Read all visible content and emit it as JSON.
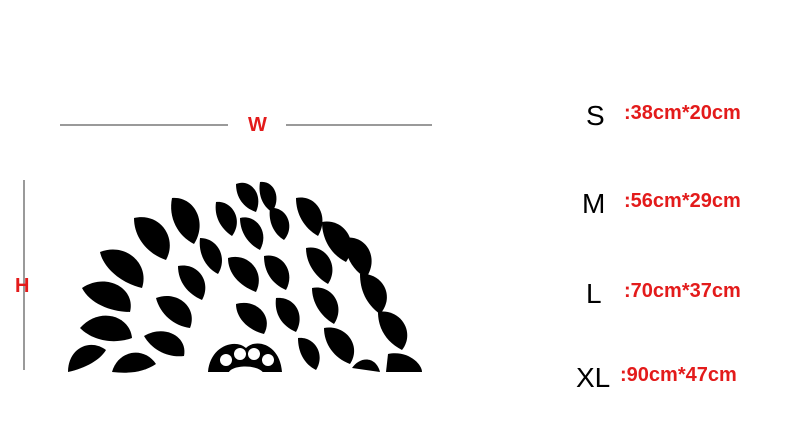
{
  "dimensions": {
    "width_label": "W",
    "height_label": "H"
  },
  "sizes": [
    {
      "label": "S",
      "value": ":38cm*20cm"
    },
    {
      "label": "M",
      "value": ":56cm*29cm"
    },
    {
      "label": "L",
      "value": ":70cm*37cm"
    },
    {
      "label": "XL",
      "value": ":90cm*47cm"
    }
  ],
  "colors": {
    "accent": "#e31b1b",
    "guide_line": "#9a9a9a",
    "decal": "#000000"
  },
  "decal_icon": "floral-mandala-half-icon"
}
